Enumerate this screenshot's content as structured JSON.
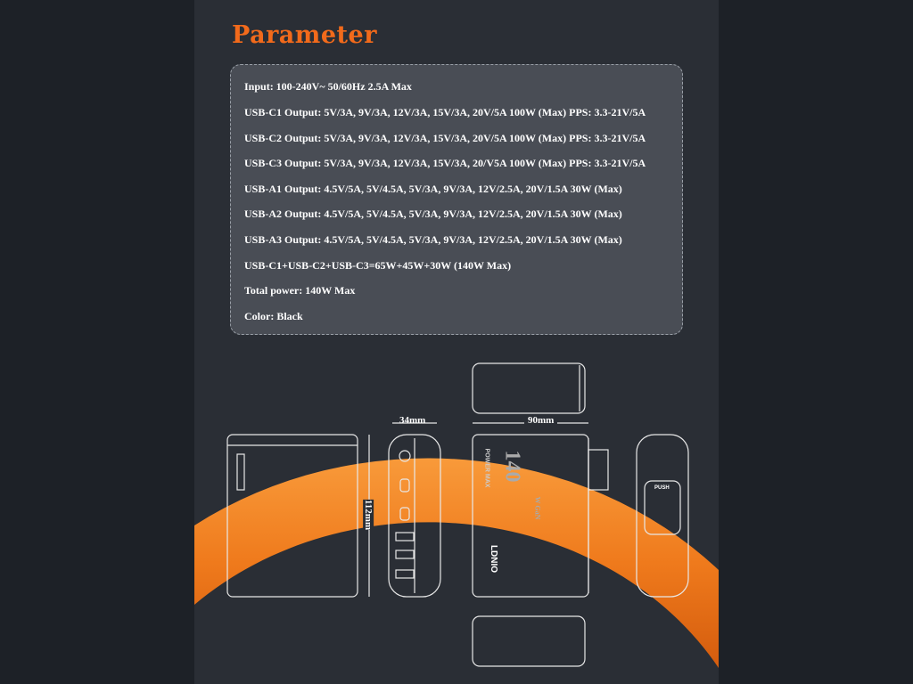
{
  "title": "Parameter",
  "specs": [
    "Input: 100-240V~ 50/60Hz 2.5A Max",
    "USB-C1 Output: 5V/3A, 9V/3A, 12V/3A, 15V/3A, 20V/5A 100W (Max) PPS: 3.3-21V/5A",
    "USB-C2 Output: 5V/3A, 9V/3A, 12V/3A, 15V/3A, 20V/5A 100W (Max) PPS: 3.3-21V/5A",
    "USB-C3 Output: 5V/3A, 9V/3A, 12V/3A, 15V/3A, 20/V5A 100W (Max) PPS: 3.3-21V/5A",
    "USB-A1 Output: 4.5V/5A, 5V/4.5A, 5V/3A, 9V/3A, 12V/2.5A, 20V/1.5A 30W (Max)",
    "USB-A2 Output: 4.5V/5A, 5V/4.5A, 5V/3A, 9V/3A, 12V/2.5A, 20V/1.5A 30W (Max)",
    "USB-A3 Output: 4.5V/5A, 5V/4.5A, 5V/3A, 9V/3A, 12V/2.5A, 20V/1.5A 30W (Max)",
    "USB-C1+USB-C2+USB-C3=65W+45W+30W (140W Max)",
    "Total power: 140W Max",
    "Color: Black"
  ],
  "dimensions": {
    "depth": "34mm",
    "width": "90mm",
    "height": "112mm"
  },
  "product": {
    "power": "140",
    "unit": "W GaN",
    "tag": "POWER MAX",
    "brand": "LDNIO",
    "push": "PUSH"
  },
  "colors": {
    "accent": "#f26a1b",
    "ring": "#f5831f"
  }
}
